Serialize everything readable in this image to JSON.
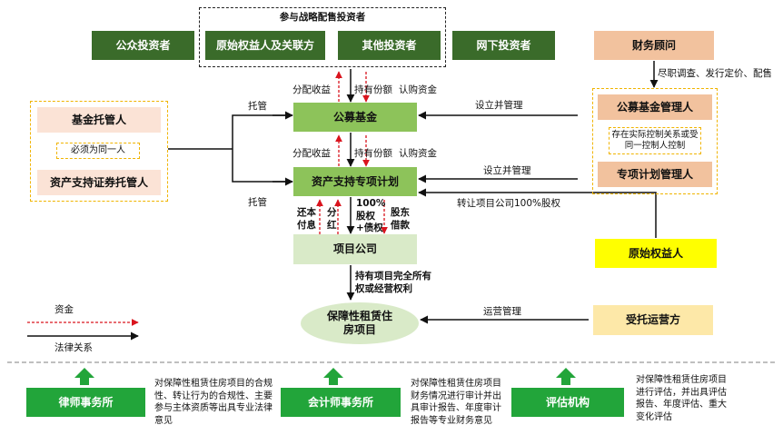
{
  "top_group": {
    "title": "参与战略配售投资者"
  },
  "investors": {
    "public": "公众投资者",
    "original": "原始权益人及关联方",
    "other": "其他投资者",
    "offline": "网下投资者"
  },
  "advisor": {
    "title": "财务顾问",
    "duties": "尽职调查、发行定价、配售"
  },
  "custodian_group": {
    "fund_custodian": "基金托管人",
    "same_note": "必须为同一人",
    "abs_custodian": "资产支持证券托管人"
  },
  "manager_group": {
    "fund_manager": "公募基金管理人",
    "control_note": "存在实际控制关系或受同一控制人控制",
    "plan_manager": "专项计划管理人"
  },
  "core": {
    "fund": "公募基金",
    "abs_plan": "资产支持专项计划",
    "project_company": "项目公司",
    "housing_project": "保障性租赁住房项目"
  },
  "parties": {
    "original_holder": "原始权益人",
    "operator": "受托运营方"
  },
  "flow_labels": {
    "custody_1": "托管",
    "custody_2": "托管",
    "dist_income_1": "分配收益",
    "hold_share_1": "持有份额",
    "subscribe_1": "认购资金",
    "dist_income_2": "分配收益",
    "hold_share_2": "持有份额",
    "subscribe_2": "认购资金",
    "repay": "还本付息",
    "dividend": "分红",
    "equity_debt": "100%股权+债权",
    "loan": "股东借款",
    "setup_manage_1": "设立并管理",
    "setup_manage_2": "设立并管理",
    "transfer_equity": "转让项目公司100%股权",
    "ownership": "持有项目完全所有权或经营权利",
    "ops_manage": "运营管理"
  },
  "legend": {
    "funds": "资金",
    "legal": "法律关系"
  },
  "bottom": {
    "law_firm": "律师事务所",
    "law_desc": "对保障性租赁住房项目的合规性、转让行为的合规性、主要参与主体资质等出具专业法律意见",
    "cpa_firm": "会计师事务所",
    "cpa_desc": "对保障性租赁住房项目财务情况进行审计并出具审计报告、年度审计报告等专业财务意见",
    "valuer": "评估机构",
    "valuer_desc": "对保障性租赁住房项目进行评估，并出具评估报告、年度评估、重大变化评估"
  },
  "colors": {
    "dark_green": "#3a6b2a",
    "light_green": "#8dc35a",
    "pale_green": "#d9eac8",
    "bright_green": "#22a53a",
    "peach": "#f2c29e",
    "yellow": "#ffff00",
    "fund_flow_red": "#d9141e",
    "dashed_gold": "#f0b400"
  }
}
